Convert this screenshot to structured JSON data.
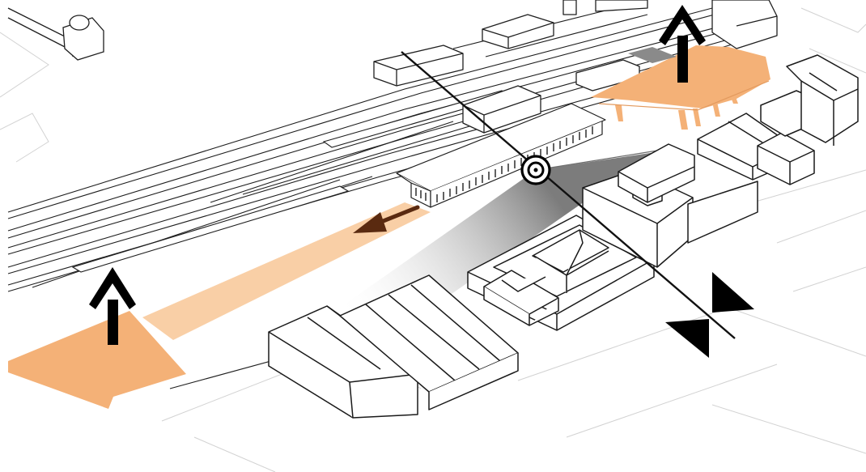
{
  "diagram": {
    "type": "axonometric-urban-site-sketch",
    "colors": {
      "background": "#ffffff",
      "line": "#1a1a1a",
      "faint_line": "#c9c9c9",
      "highlight_area": "#f4b177",
      "highlight_path": "#f9cfa6",
      "arrow": "#000000",
      "path_arrow": "#5a2a10",
      "view_cone": "#7a7a7a"
    },
    "elements": {
      "north_arrows": 2,
      "section_cut_markers": 2,
      "viewpoint_marker": "concentric-circle",
      "highlighted_areas": [
        "west-plaza",
        "east-plaza"
      ],
      "pedestrian_path": "station-to-west-plaza"
    },
    "text": []
  }
}
